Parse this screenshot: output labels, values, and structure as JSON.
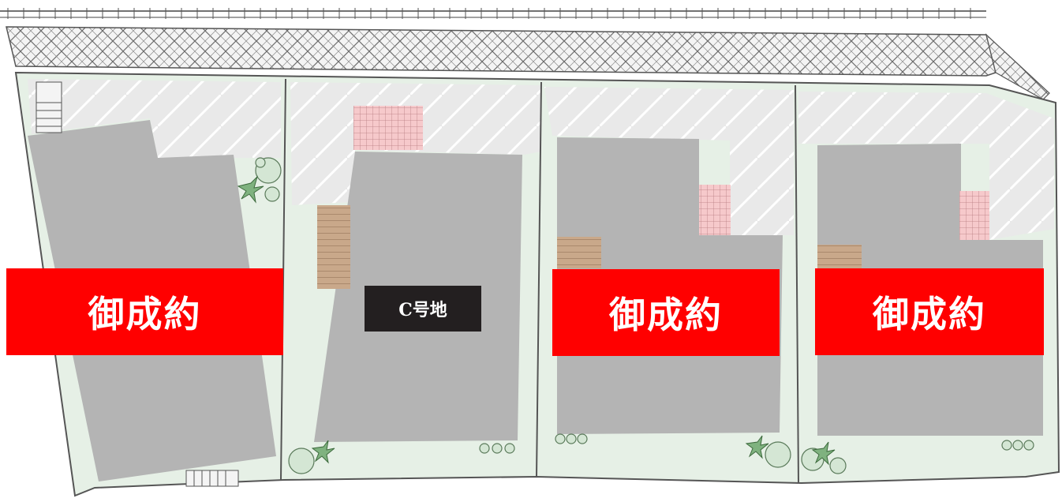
{
  "lots": [
    {
      "id": "A",
      "status": "御成約"
    },
    {
      "id": "C",
      "label": "C号地"
    },
    {
      "id": "B",
      "status": "御成約"
    },
    {
      "id": "D",
      "status": "御成約"
    }
  ],
  "colors": {
    "sold_banner": "#ff0000",
    "lot_label_bg": "#231f20",
    "building": "#b4b4b4",
    "garden": "#e6f0e6",
    "parking": "#e9e9e9",
    "tile": "#f6c9cb",
    "deck": "#c9a88a",
    "paving": "#f0f0f0"
  },
  "icons": [
    "shrub-icon",
    "tree-icon",
    "stairs-icon",
    "hatch-paving-icon"
  ]
}
